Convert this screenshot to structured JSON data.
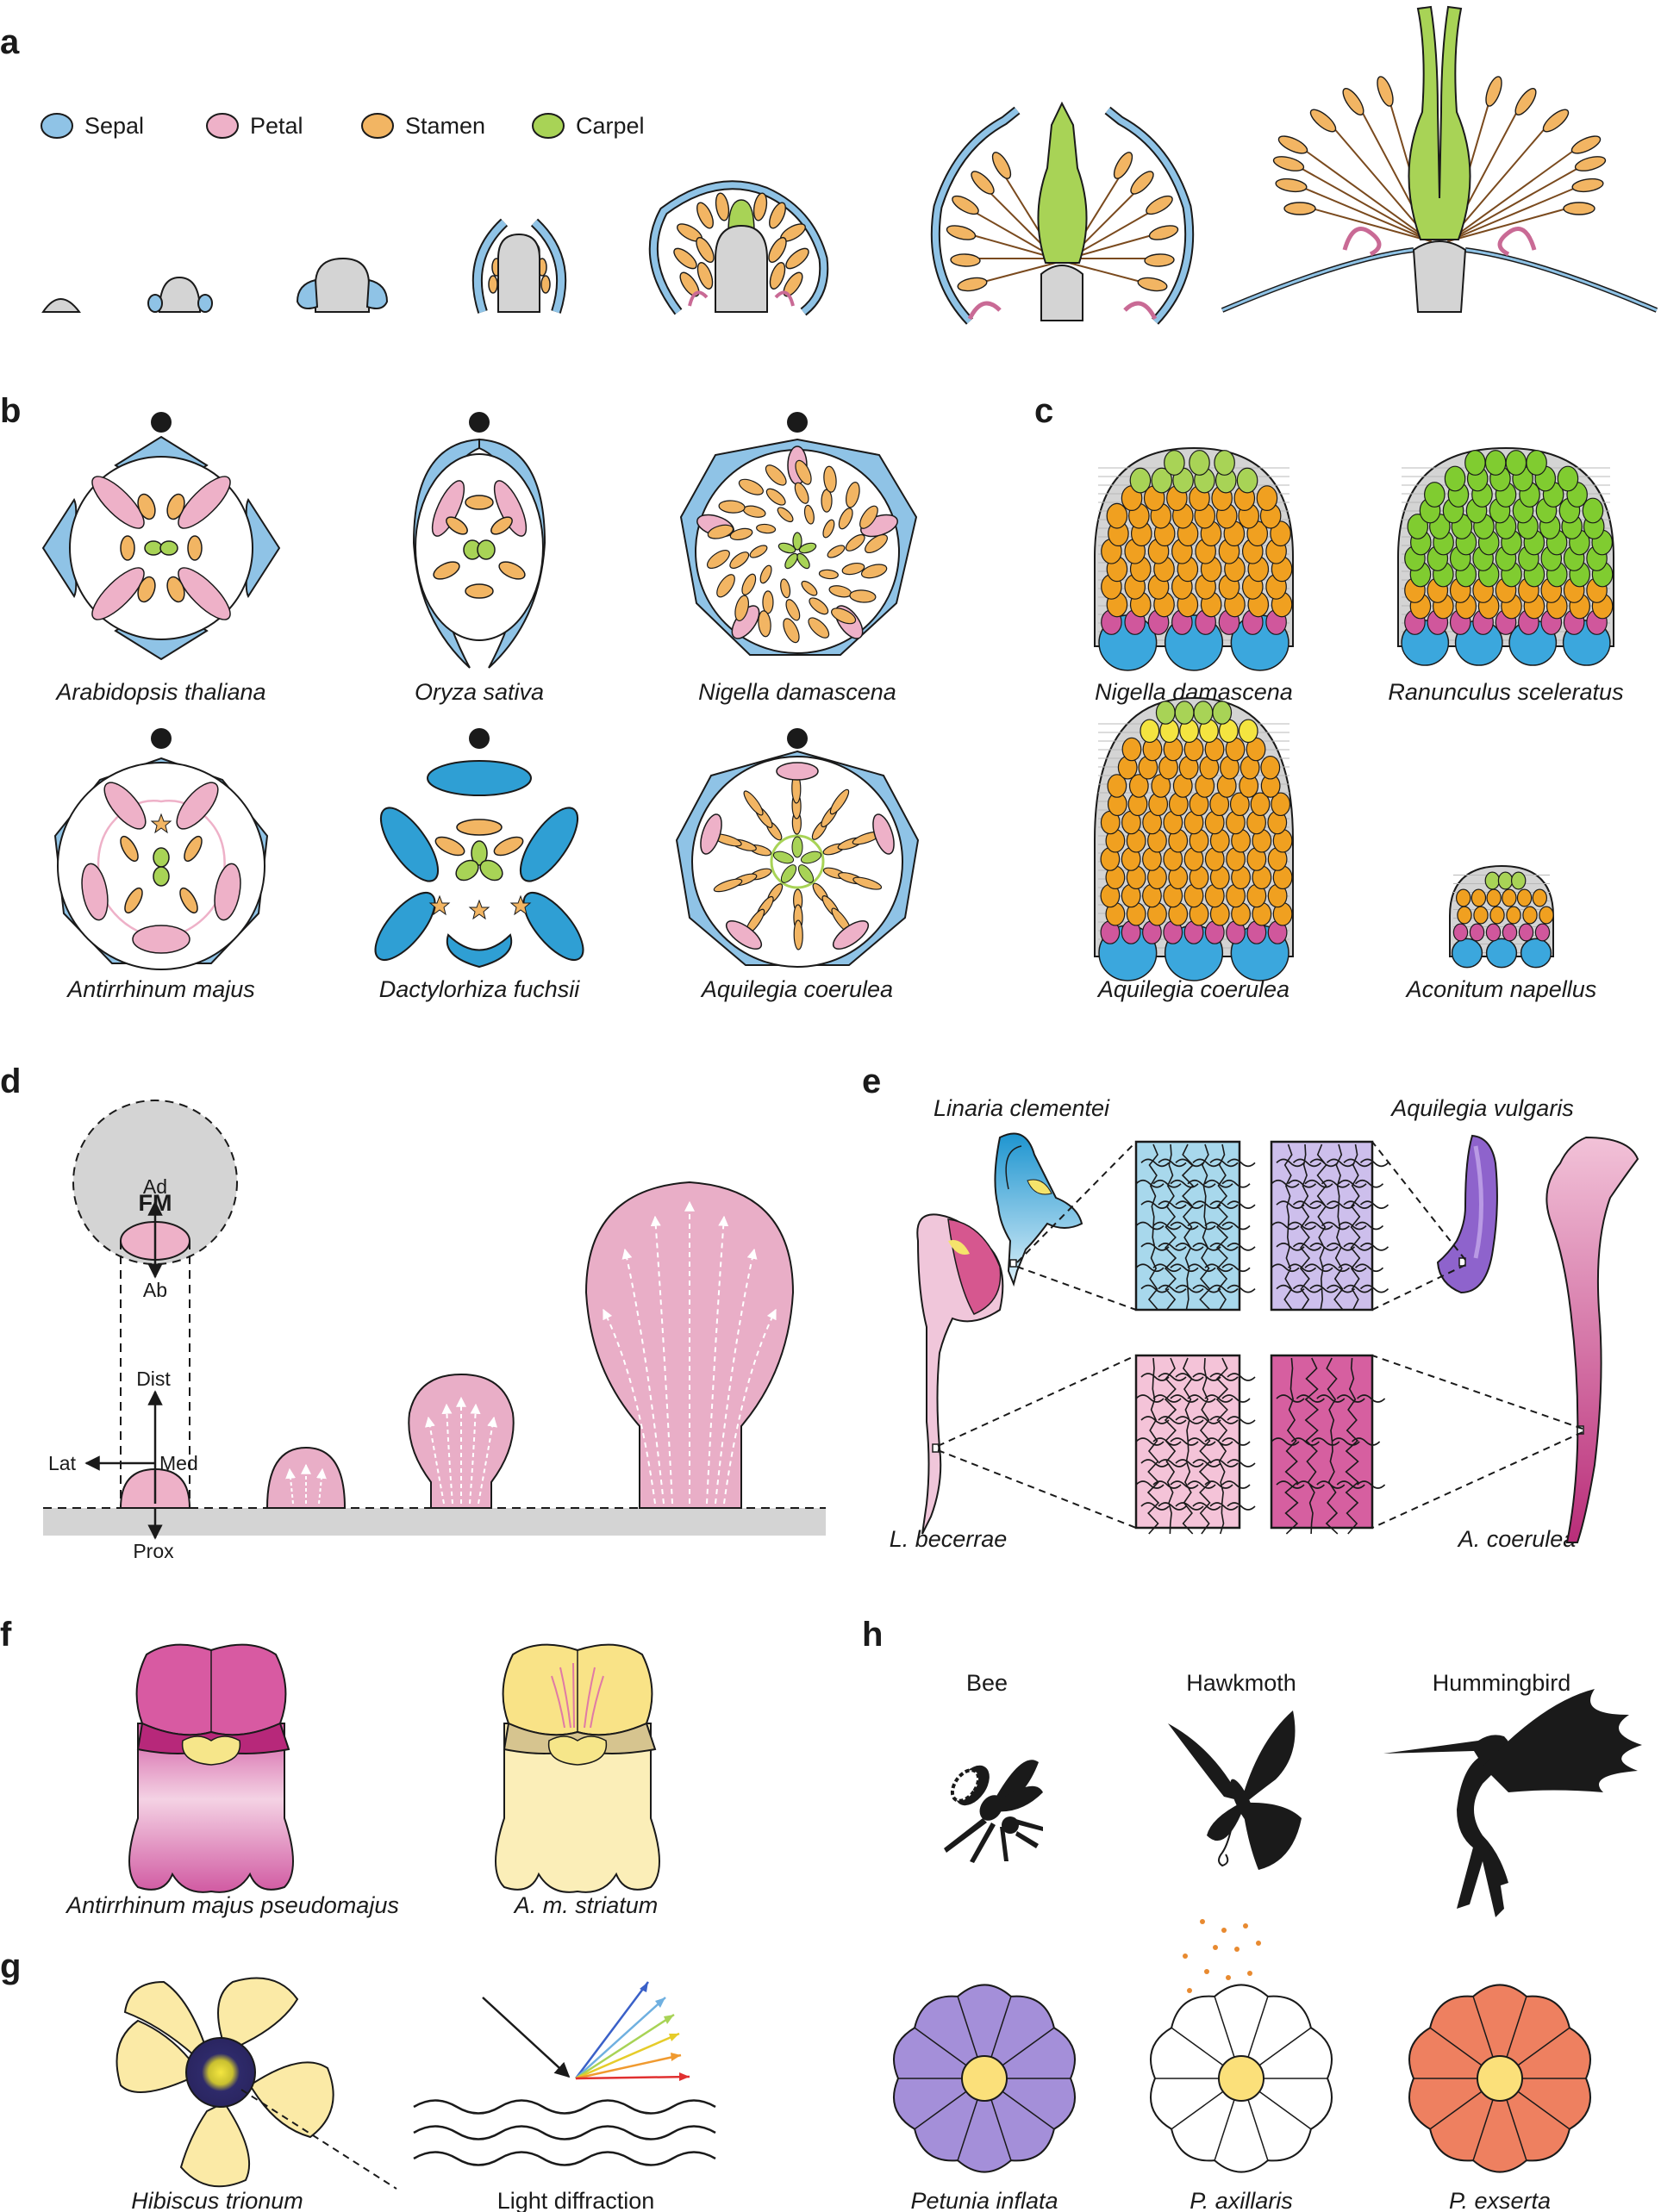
{
  "panels": {
    "a": {
      "label": "a",
      "legend": [
        {
          "name": "Sepal",
          "color": "#8fc3e6"
        },
        {
          "name": "Petal",
          "color": "#eeb1c8"
        },
        {
          "name": "Stamen",
          "color": "#f2b563"
        },
        {
          "name": "Carpel",
          "color": "#a8d356"
        }
      ]
    },
    "b": {
      "label": "b",
      "diagrams": [
        {
          "species": "Arabidopsis thaliana"
        },
        {
          "species": "Oryza sativa"
        },
        {
          "species": "Nigella damascena"
        },
        {
          "species": "Antirrhinum majus"
        },
        {
          "species": "Dactylorhiza fuchsii"
        },
        {
          "species": "Aquilegia coerulea"
        }
      ]
    },
    "c": {
      "label": "c",
      "meristems": [
        {
          "species": "Nigella damascena"
        },
        {
          "species": "Ranunculus sceleratus"
        },
        {
          "species": "Aquilegia coerulea"
        },
        {
          "species": "Aconitum napellus"
        }
      ]
    },
    "d": {
      "label": "d",
      "fm": "FM",
      "axes": {
        "ad": "Ad",
        "ab": "Ab",
        "dist": "Dist",
        "lat": "Lat",
        "med": "Med",
        "prox": "Prox"
      }
    },
    "e": {
      "label": "e",
      "species": [
        "Linaria clementei",
        "Aquilegia vulgaris",
        "L. becerrae",
        "A. coerulea"
      ]
    },
    "f": {
      "label": "f",
      "species": [
        "Antirrhinum majus pseudomajus",
        "A. m. striatum"
      ]
    },
    "g": {
      "label": "g",
      "captions": [
        "Hibiscus trionum",
        "Light diffraction"
      ]
    },
    "h": {
      "label": "h",
      "pollinators": [
        "Bee",
        "Hawkmoth",
        "Hummingbird"
      ],
      "flowers": [
        {
          "species": "Petunia inflata",
          "color": "#a48fd9"
        },
        {
          "species": "P. axillaris",
          "color": "#ffffff"
        },
        {
          "species": "P. exserta",
          "color": "#ee8060"
        }
      ]
    }
  },
  "colors": {
    "sepal": "#8fc3e6",
    "petal": "#eeb1c8",
    "stamen": "#f2b563",
    "carpel": "#a8d356",
    "meristem": "#d4d4d4",
    "orchid_sepal": "#2f9fd4",
    "petal_dark": "#d0579c",
    "cream": "#fbeaa6"
  }
}
